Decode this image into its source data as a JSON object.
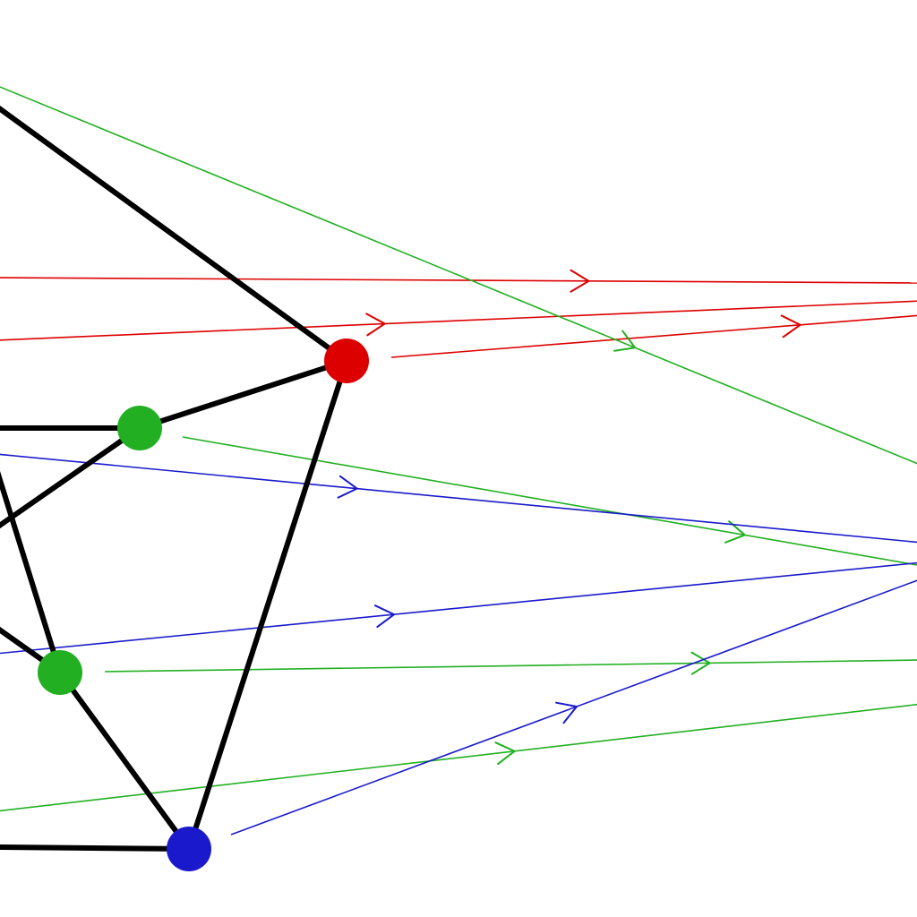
{
  "graph": {
    "type": "directed graph diagram",
    "colors": {
      "edge": "#000000",
      "red": "#dd0000",
      "green": "#22b022",
      "blue": "#1a1acc"
    },
    "nodes": [
      {
        "id": "red-node",
        "color": "red"
      },
      {
        "id": "green-node-upper",
        "color": "green"
      },
      {
        "id": "green-node-lower",
        "color": "green"
      },
      {
        "id": "blue-node",
        "color": "blue"
      }
    ],
    "edge_count": 9,
    "arc_colors": [
      "red",
      "red",
      "red",
      "green",
      "green",
      "green",
      "green",
      "blue",
      "blue",
      "blue",
      "blue"
    ]
  }
}
